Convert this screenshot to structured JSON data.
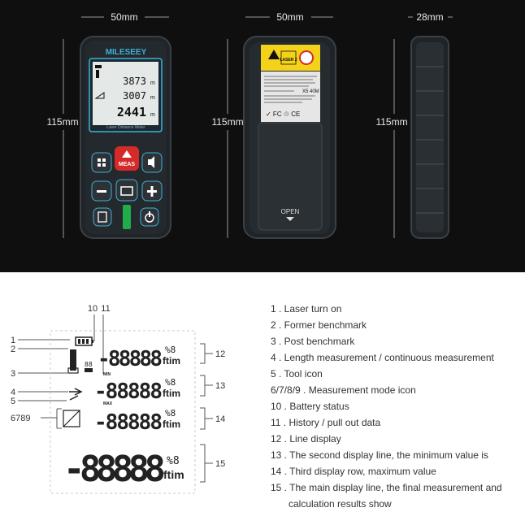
{
  "dimensions": {
    "front_width": "50mm",
    "back_width": "50mm",
    "side_width": "28mm",
    "height_front": "115mm",
    "height_back": "115mm",
    "height_side": "115mm"
  },
  "device_front": {
    "brand": "MILESEEY",
    "screen_lines": [
      "3873",
      "3007",
      "2441"
    ],
    "unit": "m",
    "screen_caption": "Laser Distance Meter",
    "meas_label": "MEAS"
  },
  "device_back": {
    "warning_label": "LASER 2",
    "model": "X5 40M",
    "open_label": "OPEN"
  },
  "lcd_callouts": {
    "top": [
      "10",
      "11"
    ],
    "left": [
      "1",
      "2",
      "3",
      "4",
      "5",
      "6789"
    ],
    "right": [
      "12",
      "13",
      "14",
      "15"
    ]
  },
  "lcd_text": {
    "digits": "-88888",
    "units": "ftim",
    "fraction": "%8",
    "max": "MAX",
    "min": "MIN"
  },
  "legend": [
    "1 . Laser turn on",
    "2 . Former benchmark",
    "3 . Post benchmark",
    "4 . Length measurement / continuous measurement",
    "5 . Tool icon",
    "6/7/8/9 . Measurement mode icon",
    "10 . Battery status",
    "11 . History / pull out data",
    "12 . Line display",
    "13 . The second display line, the minimum value is",
    "14 . Third display row, maximum value",
    "15 . The main display line, the final measurement and",
    "calculation results show"
  ]
}
